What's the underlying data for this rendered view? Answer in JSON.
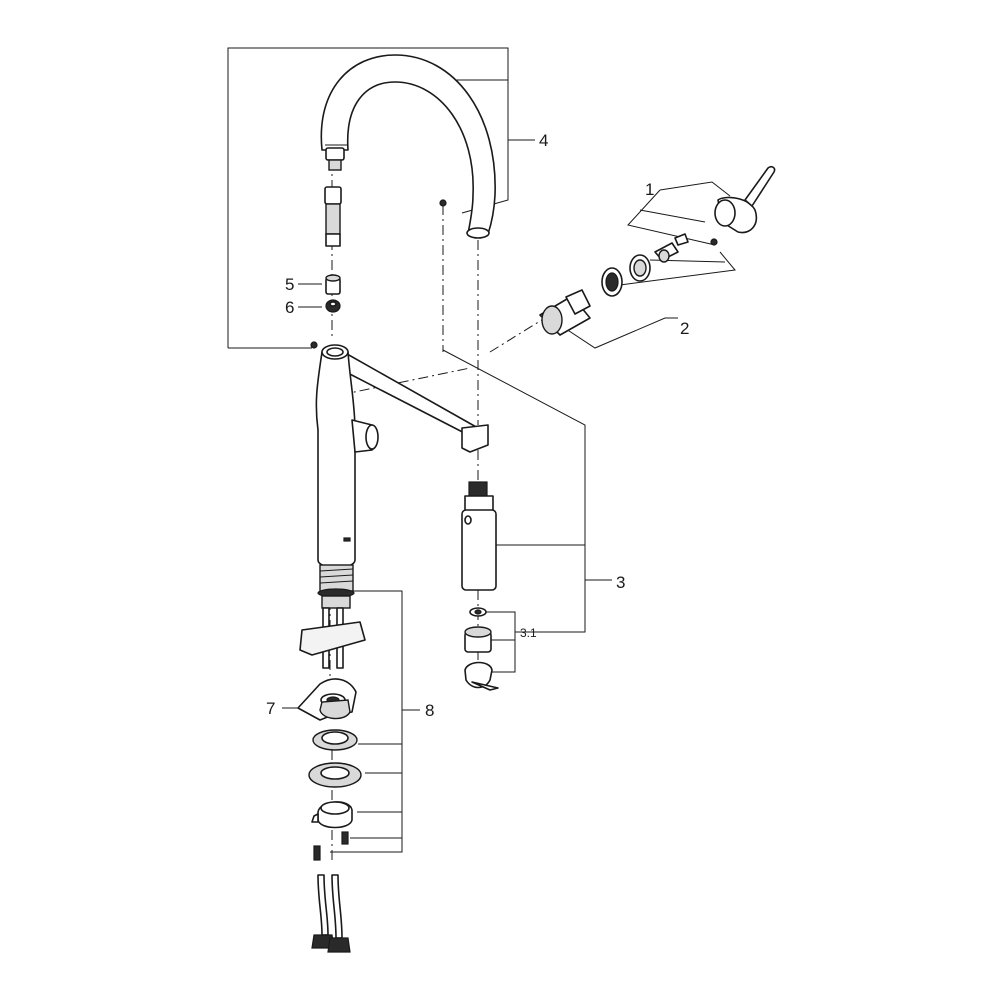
{
  "callouts": {
    "c1": "1",
    "c2": "2",
    "c3": "3",
    "c3_1": "3.1",
    "c4": "4",
    "c5": "5",
    "c6": "6",
    "c7": "7",
    "c8": "8"
  },
  "colors": {
    "line": "#1a1a1a",
    "shade": "#d9d9d9",
    "background": "#ffffff"
  }
}
